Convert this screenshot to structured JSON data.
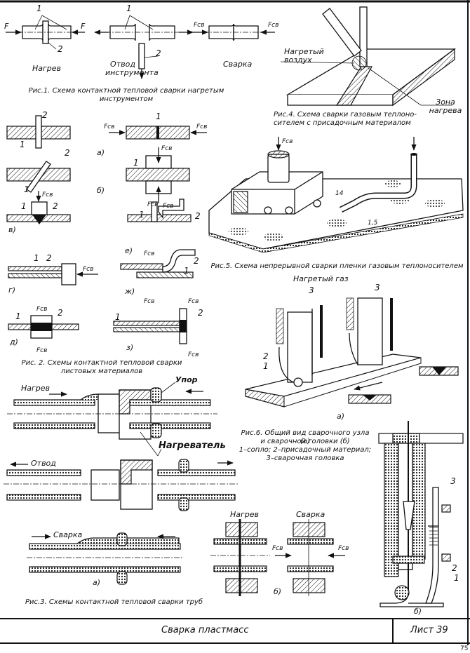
{
  "sheet": {
    "title": "Сварка пластмасс",
    "sheet_label": "Лист 39",
    "page_number": "75"
  },
  "fig1": {
    "caption": "Рис.1. Схема контактной тепловой сварки нагретым инструментом",
    "stage_heating": "Нагрев",
    "stage_withdraw": "Отвод инструмента",
    "stage_welding": "Сварка",
    "force": "F",
    "force_weld": "Fсв",
    "callout_1": "1",
    "callout_2": "2"
  },
  "fig2": {
    "caption": "Рис. 2. Схемы контактной тепловой сварки листовых материалов",
    "variants": [
      "а)",
      "б)",
      "в)",
      "г)",
      "д)",
      "е)",
      "ж)",
      "з)"
    ],
    "force_weld": "Fсв",
    "callout_1": "1",
    "callout_2": "2"
  },
  "fig3": {
    "caption": "Рис.3. Схемы контактной тепловой сварки труб",
    "label_heating": "Нагрев",
    "label_stop": "Упор",
    "label_heater": "Нагреватель",
    "label_withdraw": "Отвод",
    "label_welding": "Сварка",
    "variant_a": "а)",
    "variant_b": "б)",
    "force_weld": "Fсв"
  },
  "fig4": {
    "caption": "Рис.4. Схема сварки газовым теплоно- сителем с присадочным материалом",
    "label_hot_air": "Нагретый воздух",
    "label_heat_zone": "Зона нагрева"
  },
  "fig5": {
    "caption": "Рис.5. Схема непрерывной сварки пленки газовым теплоносителем",
    "force_weld": "Fсв",
    "dim_1": "14",
    "dim_2": "1,5"
  },
  "fig6": {
    "caption_line1": "Рис.6. Общий вид сварочного узла (а)",
    "caption_line2": "и сварочной головки (б)",
    "legend_line1": "1–сопло; 2–присадочный материал;",
    "legend_line2": "3–сварочная головка",
    "label_hot_gas": "Нагретый газ",
    "variant_a": "а)",
    "variant_b": "б)",
    "callout_1": "1",
    "callout_2": "2",
    "callout_3": "3"
  }
}
